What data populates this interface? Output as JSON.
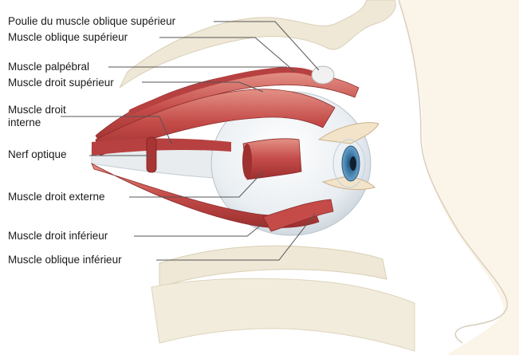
{
  "labels": {
    "trochlea": "Poulie du muscle oblique supérieur",
    "superior_oblique": "Muscle oblique supérieur",
    "levator": "Muscle palpébral",
    "superior_rectus": "Muscle droit supérieur",
    "medial_rectus": "Muscle droit interne",
    "optic_nerve": "Nerf optique",
    "lateral_rectus": "Muscle droit externe",
    "inferior_rectus": "Muscle droit inférieur",
    "inferior_oblique": "Muscle oblique inférieur"
  },
  "colors": {
    "muscle": "#c9504f",
    "muscle_dark": "#9e3030",
    "muscle_light": "#e08a82",
    "eyeball": "#eef1f4",
    "nerve": "#e7ebee",
    "bone": "#ece6d3",
    "skin": "#faf3e6",
    "iris": "#4a86b5",
    "leader_line": "#555555"
  }
}
